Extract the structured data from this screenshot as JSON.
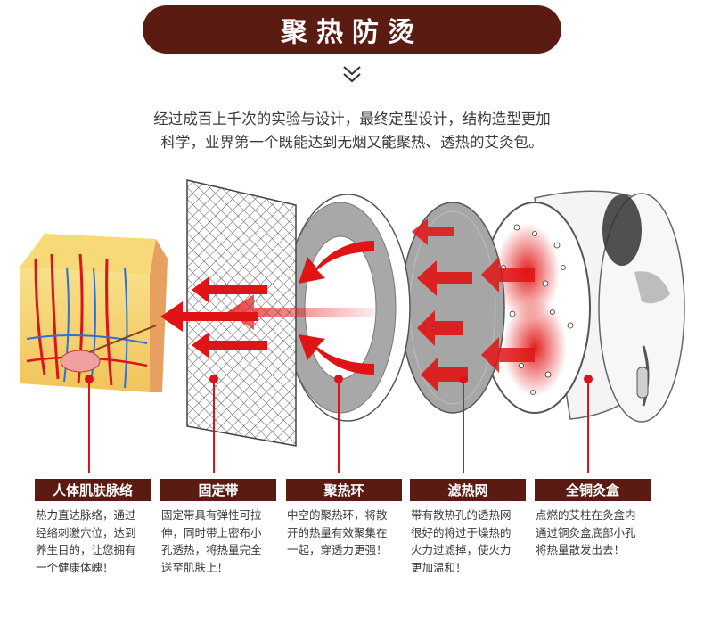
{
  "header": {
    "title": "聚热防烫",
    "chevron_icon": "double-chevron-down-icon"
  },
  "intro": {
    "line1": "经过成百上千次的实验与设计，最终定型设计，结构造型更加",
    "line2": "科学，业界第一个既能达到无烟又能聚热、透热的艾灸包。"
  },
  "colors": {
    "brand_brown": "#5a1c12",
    "arrow_red": "#e01414",
    "ring_gray": "#a8a8a8",
    "text": "#3a3a3a"
  },
  "components": [
    {
      "label": "人体肌肤脉络",
      "desc": [
        "热力直达脉络，通过",
        "经络刺激穴位，达到",
        "养生目的，让您拥有",
        "一个健康体魄！"
      ]
    },
    {
      "label": "固定带",
      "desc": [
        "固定带具有弹性可拉",
        "伸，同时带上密布小",
        "孔透热，将热量完全",
        "送至肌肤上！"
      ]
    },
    {
      "label": "聚热环",
      "desc": [
        "中空的聚热环，将散",
        "开的热量有效聚集在",
        "一起，穿透力更强！"
      ]
    },
    {
      "label": "滤热网",
      "desc": [
        "带有散热孔的透热网",
        "很好的将过于燥热的",
        "火力过滤掉，使火力",
        "更加温和！"
      ]
    },
    {
      "label": "全铜灸盒",
      "desc": [
        "点燃的艾柱在灸盒内",
        "通过铜灸盒底部小孔",
        "将热量散发出去！"
      ]
    }
  ]
}
